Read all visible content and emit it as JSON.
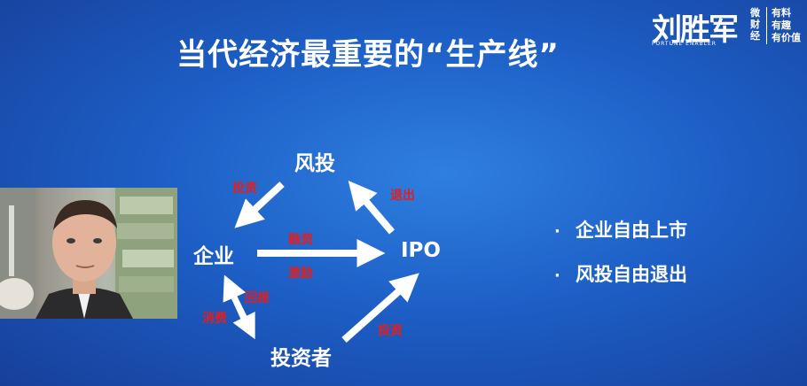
{
  "title": "当代经济最重要的“生产线”",
  "logo": {
    "name": "刘胜军",
    "subtitle": "FORTUNE ENABLER",
    "vertical": "微财经",
    "tags": [
      "有料",
      "有趣",
      "有价值"
    ]
  },
  "diagram": {
    "nodes": {
      "vc": "风投",
      "company": "企业",
      "ipo": "IPO",
      "investor": "投资者"
    },
    "labels": {
      "vc_to_company": "投资",
      "ipo_to_vc": "退出",
      "financing": "融资",
      "incentive": "激励",
      "return": "回报",
      "consumption": "消费",
      "investor_to_ipo": "投资"
    }
  },
  "bullets": [
    "企业自由上市",
    "风投自由退出"
  ],
  "colors": {
    "background": "#1d5fc6",
    "label_red": "#e02020",
    "text": "#ffffff"
  }
}
